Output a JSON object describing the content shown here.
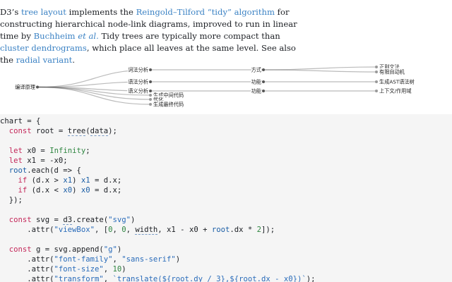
{
  "prose": {
    "t1": "D3’s ",
    "link_tree_layout": "tree layout",
    "t2": " implements the ",
    "link_algorithm": "Reingold–Tilford “tidy” algorithm",
    "t3": " for constructing hierarchical node-link diagrams, improved to run in linear time by ",
    "link_buchheim": "Buchheim ",
    "link_etal": "et al.",
    "t4": " Tidy trees are typically more compact than ",
    "link_cluster": "cluster dendrograms",
    "t5": ", which place all leaves at the same level. See also the ",
    "link_radial": "radial variant",
    "t6": "."
  },
  "tree": {
    "root": "编译原理",
    "lexical": "词法分析",
    "syntax": "语法分析",
    "semantic": "语义分析",
    "intermediate": "生成中间代码",
    "optimize": "优化",
    "final": "生成最终代码",
    "method": "方式",
    "function1": "功能",
    "function2": "功能",
    "regex": "正则文法",
    "automaton": "有限自动机",
    "ast": "生成AST语法树",
    "context": "上下文/作用域"
  },
  "code": {
    "l1a": "chart = {",
    "l2a": "  ",
    "l2kw": "const",
    "l2b": " root = ",
    "l2ref": "tree",
    "l2c": "(",
    "l2ref2": "data",
    "l2d": ");",
    "l4kw": "let",
    "l4a": " x0 = ",
    "l4num": "Infinity",
    "l4b": ";",
    "l5kw": "let",
    "l5a": " x1 = -x0;",
    "l6a": "root",
    "l6b": ".each(d => {",
    "l7kw": "if",
    "l7a": " (d.x > ",
    "l7b": "x1",
    "l7c": ") ",
    "l7d": "x1",
    "l7e": " = d.x;",
    "l8kw": "if",
    "l8a": " (d.x < ",
    "l8b": "x0",
    "l8c": ") ",
    "l8d": "x0",
    "l8e": " = d.x;",
    "l9a": "});",
    "l11kw": "const",
    "l11a": " svg = ",
    "l11ref": "d3",
    "l11b": ".create(",
    "l11str": "\"svg\"",
    "l11c": ")",
    "l12a": "      .attr(",
    "l12str": "\"viewBox\"",
    "l12b": ", [",
    "l12n1": "0",
    "l12c": ", ",
    "l12n2": "0",
    "l12d": ", ",
    "l12ref": "width",
    "l12e": ", x1 - x0 + ",
    "l12f": "root",
    "l12g": ".dx * ",
    "l12n3": "2",
    "l12h": "]);",
    "l14kw": "const",
    "l14a": " g = svg.append(",
    "l14str": "\"g\"",
    "l14b": ")",
    "l15a": "      .attr(",
    "l15str": "\"font-family\"",
    "l15b": ", ",
    "l15str2": "\"sans-serif\"",
    "l15c": ")",
    "l16a": "      .attr(",
    "l16str": "\"font-size\"",
    "l16b": ", ",
    "l16num": "10",
    "l16c": ")",
    "l17a": "      .attr(",
    "l17str": "\"transform\"",
    "l17b": ", ",
    "l17str2": "`translate(${root.dy / 3},${root.dx - x0})`",
    "l17c": ");"
  }
}
